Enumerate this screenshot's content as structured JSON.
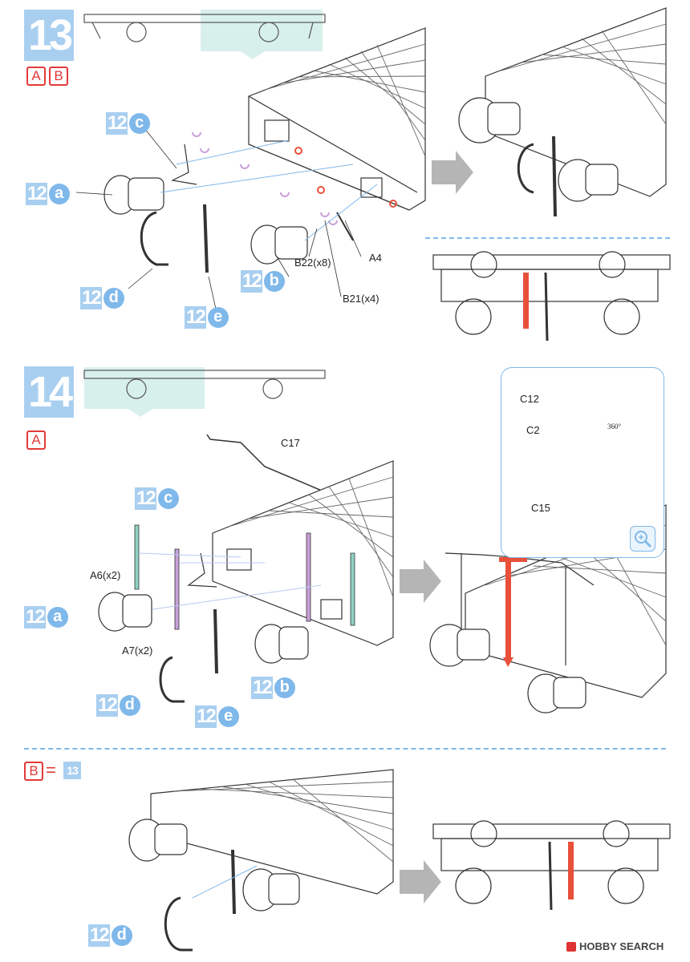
{
  "steps": [
    {
      "number": "13",
      "variants": [
        "A",
        "B"
      ]
    },
    {
      "number": "14",
      "variants": [
        "A"
      ]
    }
  ],
  "step13": {
    "refs": [
      {
        "num": "12",
        "letter": "c"
      },
      {
        "num": "12",
        "letter": "a"
      },
      {
        "num": "12",
        "letter": "d"
      },
      {
        "num": "12",
        "letter": "b"
      },
      {
        "num": "12",
        "letter": "e"
      }
    ],
    "parts": [
      "B22(x8)",
      "A4",
      "B21(x4)"
    ]
  },
  "step14": {
    "refs": [
      {
        "num": "12",
        "letter": "c"
      },
      {
        "num": "12",
        "letter": "a"
      },
      {
        "num": "12",
        "letter": "d"
      },
      {
        "num": "12",
        "letter": "e"
      },
      {
        "num": "12",
        "letter": "b"
      }
    ],
    "parts": [
      "C17",
      "A6(x2)",
      "A7(x2)"
    ],
    "detail_parts": [
      "C12",
      "C2",
      "C15"
    ],
    "rotation_label": "360°"
  },
  "stepB": {
    "variant": "B",
    "equals_sign": "=",
    "equals_step": "13",
    "refs": [
      {
        "num": "12",
        "letter": "d"
      }
    ]
  },
  "footer": {
    "brand": "HOBBY SEARCH"
  },
  "colors": {
    "step_blue": "#a9cff0",
    "variant_red": "#e23a3a",
    "highlight_red": "#e8503a",
    "guide_blue": "#7fb8ea",
    "part_purple": "#c9a0d8",
    "part_teal": "#8fd1c4"
  }
}
